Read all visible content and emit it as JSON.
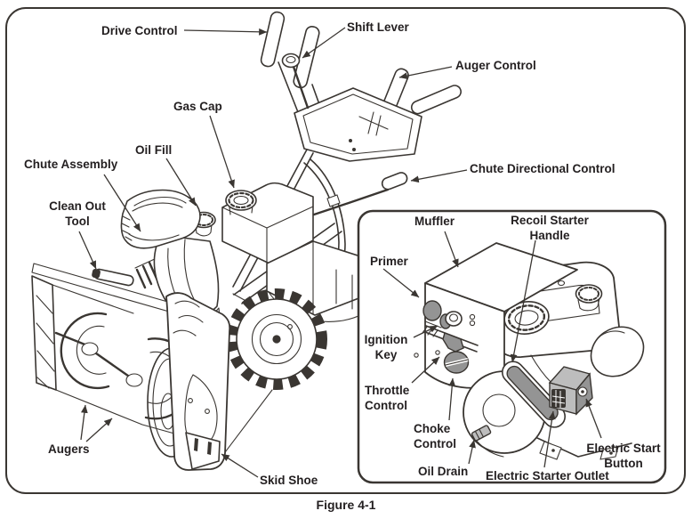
{
  "figure": {
    "caption": "Figure 4-1",
    "labels": {
      "drive_control": "Drive Control",
      "shift_lever": "Shift Lever",
      "auger_control": "Auger Control",
      "gas_cap": "Gas Cap",
      "oil_fill": "Oil Fill",
      "chute_assembly": "Chute Assembly",
      "clean_out_tool": "Clean Out Tool",
      "chute_directional_control": "Chute Directional Control",
      "augers": "Augers",
      "skid_shoe": "Skid Shoe"
    },
    "inset_labels": {
      "muffler": "Muffler",
      "recoil_starter_handle": "Recoil Starter Handle",
      "primer": "Primer",
      "ignition_key": "Ignition Key",
      "throttle_control": "Throttle Control",
      "choke_control": "Choke Control",
      "oil_drain": "Oil Drain",
      "electric_starter_outlet": "Electric Starter Outlet",
      "electric_start_button": "Electric Start Button"
    },
    "colors": {
      "line": "#3a3632",
      "text": "#231f20",
      "gray_fill": "#949494",
      "light_gray_fill": "#bdbdbd"
    }
  }
}
